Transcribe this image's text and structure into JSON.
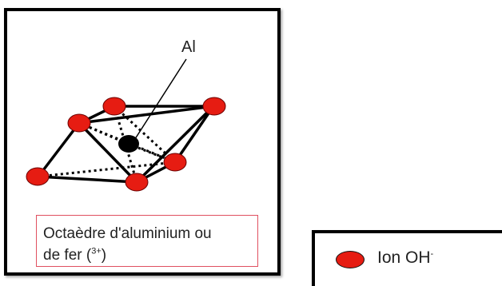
{
  "diagram": {
    "atom_label": "Al",
    "caption_line1": "Octaèdre d'aluminium ou",
    "caption_line2_prefix": "de fer (",
    "caption_charge": "3+",
    "caption_line2_suffix": ")"
  },
  "legend": {
    "label": "Ion OH",
    "label_charge": "-"
  },
  "colors": {
    "hydroxyl_ion": "#e61c12",
    "central_atom": "#000000",
    "caption_border": "#e05060"
  },
  "icons": [
    "red-ion-marker",
    "black-central-atom"
  ]
}
